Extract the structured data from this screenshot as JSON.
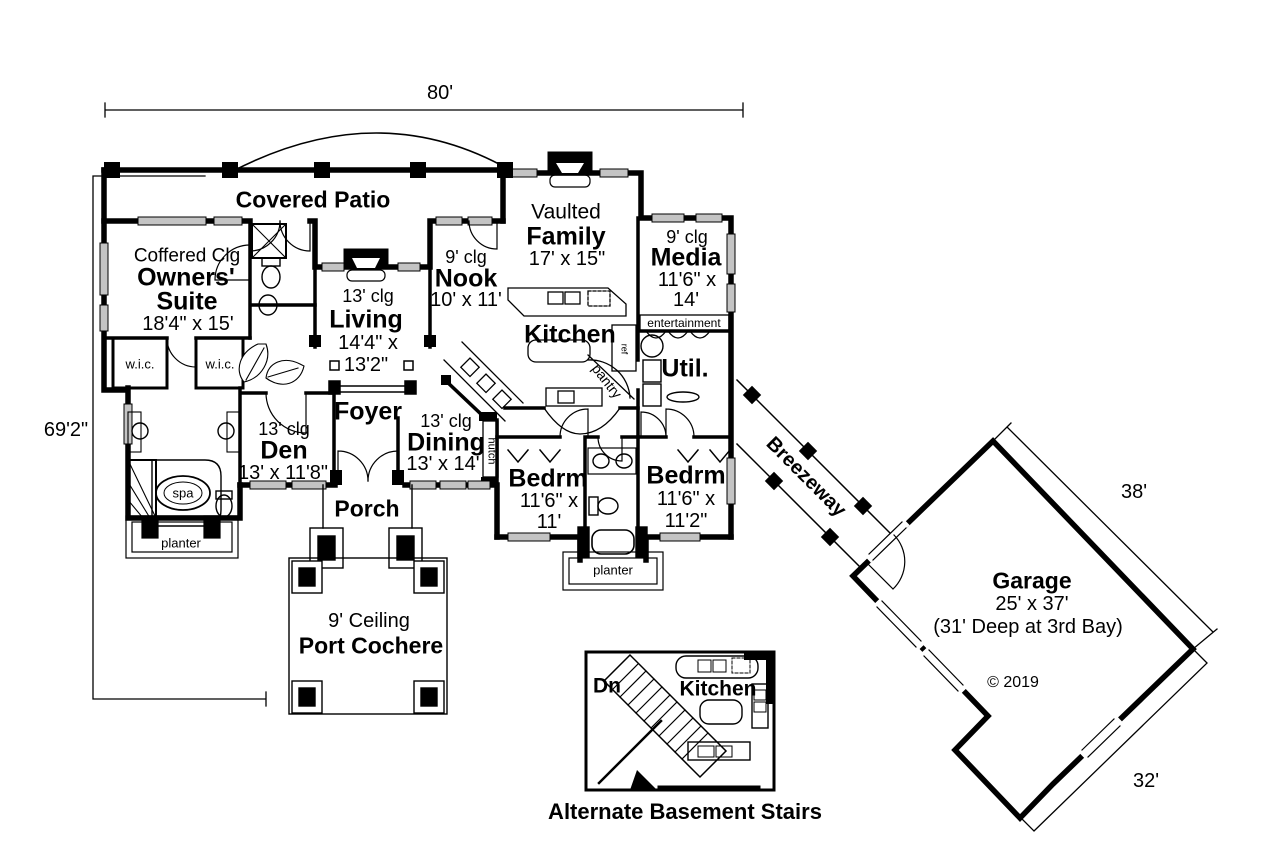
{
  "dims": {
    "overall_width": "80'",
    "overall_left": "69'2\"",
    "garage_upper": "38'",
    "garage_lower": "32'"
  },
  "rooms": {
    "covered_patio": {
      "name": "Covered Patio"
    },
    "owners_suite": {
      "clg": "Coffered Clg",
      "n1": "Owners'",
      "n2": "Suite",
      "size": "18'4\" x 15'"
    },
    "wic_left": {
      "name": "w.i.c."
    },
    "wic_right": {
      "name": "w.i.c."
    },
    "living": {
      "clg": "13' clg",
      "name": "Living",
      "s1": "14'4\" x",
      "s2": "13'2\""
    },
    "nook": {
      "clg": "9' clg",
      "name": "Nook",
      "size": "10' x 11'"
    },
    "family": {
      "clg": "Vaulted",
      "name": "Family",
      "size": "17' x 15\""
    },
    "media": {
      "clg": "9' clg",
      "name": "Media",
      "s1": "11'6\" x",
      "s2": "14'",
      "shelf": "entertainment"
    },
    "kitchen": {
      "name": "Kitchen",
      "pantry": "pantry",
      "ref": "ref"
    },
    "util": {
      "name": "Util."
    },
    "foyer": {
      "name": "Foyer"
    },
    "den": {
      "clg": "13' clg",
      "name": "Den",
      "size": "13' x 11'8\""
    },
    "dining": {
      "clg": "13' clg",
      "name": "Dining",
      "size": "13' x 14'",
      "hutch": "hutch"
    },
    "bedroom_left": {
      "name": "Bedrm",
      "s1": "11'6\" x",
      "s2": "11'"
    },
    "bedroom_right": {
      "name": "Bedrm",
      "s1": "11'6\" x",
      "s2": "11'2\""
    },
    "bath": {
      "spa": "spa"
    },
    "planter_left": {
      "name": "planter"
    },
    "planter_mid": {
      "name": "planter"
    },
    "porch": {
      "name": "Porch"
    },
    "port_cochere": {
      "clg": "9' Ceiling",
      "name": "Port Cochere"
    },
    "breezeway": {
      "name": "Breezeway"
    },
    "garage": {
      "name": "Garage",
      "size": "25' x 37'",
      "note": "(31' Deep at 3rd Bay)"
    }
  },
  "inset": {
    "dn": "Dn",
    "kitchen": "Kitchen",
    "caption": "Alternate Basement Stairs"
  },
  "copyright": "© 2019",
  "colors": {
    "ink": "#000000",
    "window_fill": "#c4c4c4",
    "paper": "#ffffff"
  }
}
